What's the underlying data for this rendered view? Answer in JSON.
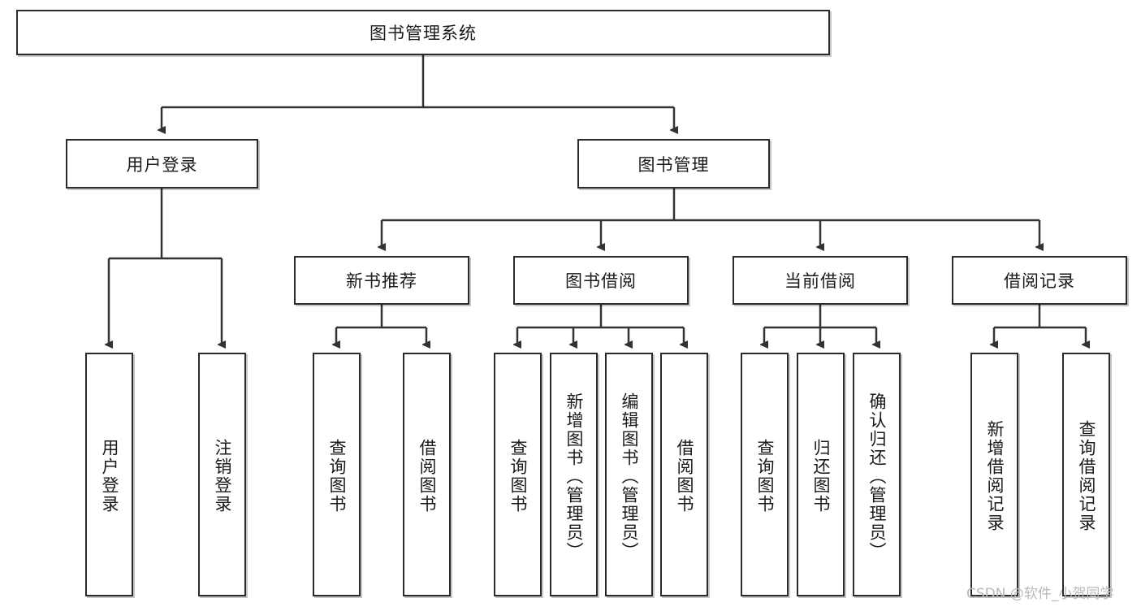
{
  "diagram": {
    "title": "图书管理系统",
    "type": "hierarchy-tree",
    "watermark": "CSDN @软件_小贺同学",
    "colors": {
      "box_border": "#2b2b2b",
      "box_fill": "#ffffff",
      "connector": "#333333",
      "text": "#1a1a1a",
      "watermark": "#b9b9b9"
    },
    "root": {
      "label": "图书管理系统"
    },
    "level2": [
      {
        "label": "用户登录"
      },
      {
        "label": "图书管理"
      }
    ],
    "level3": [
      {
        "label": "新书推荐"
      },
      {
        "label": "图书借阅"
      },
      {
        "label": "当前借阅"
      },
      {
        "label": "借阅记录"
      }
    ],
    "leaves": {
      "user_login": [
        {
          "label": "用户登录"
        },
        {
          "label": "注销登录"
        }
      ],
      "new_book": [
        {
          "label": "查询图书"
        },
        {
          "label": "借阅图书"
        }
      ],
      "book_borrow": [
        {
          "label": "查询图书"
        },
        {
          "label": "新增图书（管理员）"
        },
        {
          "label": "编辑图书（管理员）"
        },
        {
          "label": "借阅图书"
        }
      ],
      "current_borrow": [
        {
          "label": "查询图书"
        },
        {
          "label": "归还图书"
        },
        {
          "label": "确认归还（管理员）"
        }
      ],
      "borrow_record": [
        {
          "label": "新增借阅记录"
        },
        {
          "label": "查询借阅记录"
        }
      ]
    }
  }
}
